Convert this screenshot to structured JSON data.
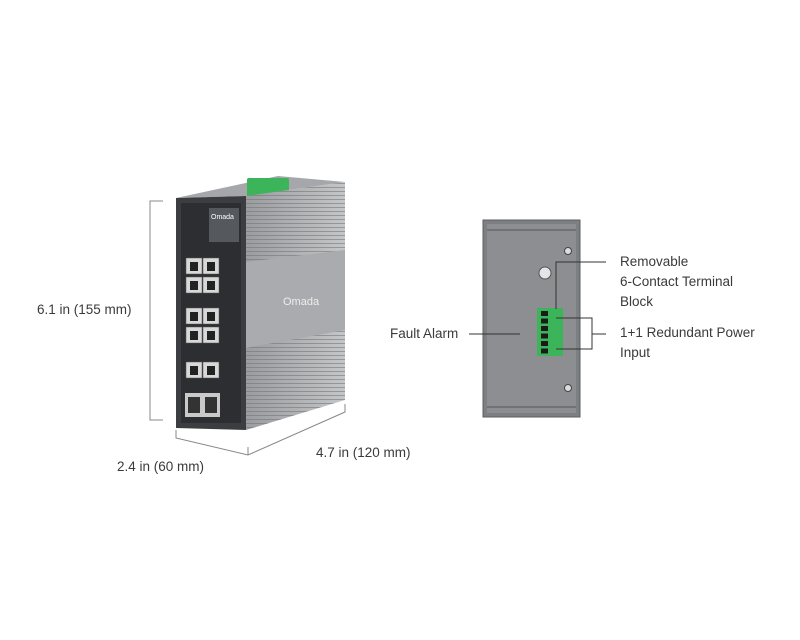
{
  "dimensions": {
    "height": "6.1 in (155 mm)",
    "width": "2.4 in (60 mm)",
    "depth": "4.7 in (120 mm)"
  },
  "callouts": {
    "terminal_line1": "Removable",
    "terminal_line2": "6-Contact Terminal",
    "terminal_line3": "Block",
    "power_line1": "1+1 Redundant Power",
    "power_line2": "Input",
    "fault_alarm": "Fault Alarm"
  },
  "device": {
    "brand": "Omada"
  },
  "colors": {
    "terminal_green": "#3cb55a",
    "body_gray": "#8a8c8f"
  }
}
